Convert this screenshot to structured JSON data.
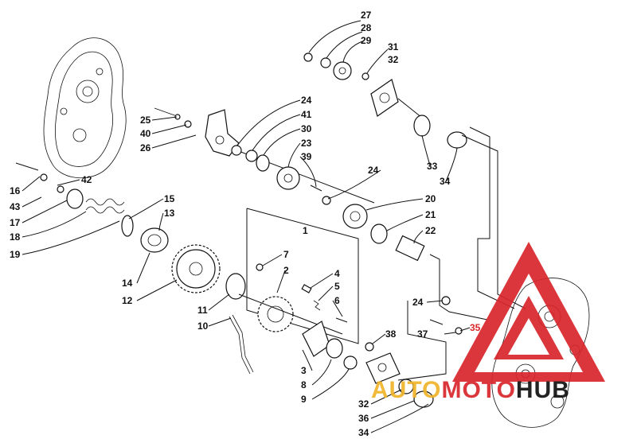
{
  "diagram": {
    "callouts": [
      "27",
      "28",
      "29",
      "31",
      "32",
      "24",
      "41",
      "30",
      "23",
      "39",
      "25",
      "40",
      "26",
      "16",
      "42",
      "43",
      "17",
      "18",
      "19",
      "15",
      "13",
      "1",
      "24",
      "20",
      "21",
      "22",
      "7",
      "2",
      "4",
      "5",
      "6",
      "14",
      "12",
      "11",
      "10",
      "3",
      "8",
      "9",
      "38",
      "24",
      "37",
      "35",
      "32",
      "36",
      "34",
      "33",
      "34"
    ]
  },
  "watermark": {
    "brand_a": "A",
    "brand_uto": "UTO",
    "brand_moto": "MOTO",
    "brand_hub": "HUB",
    "colors": {
      "red": "#d9262b",
      "gold": "#f0b429",
      "black": "#111111"
    }
  }
}
